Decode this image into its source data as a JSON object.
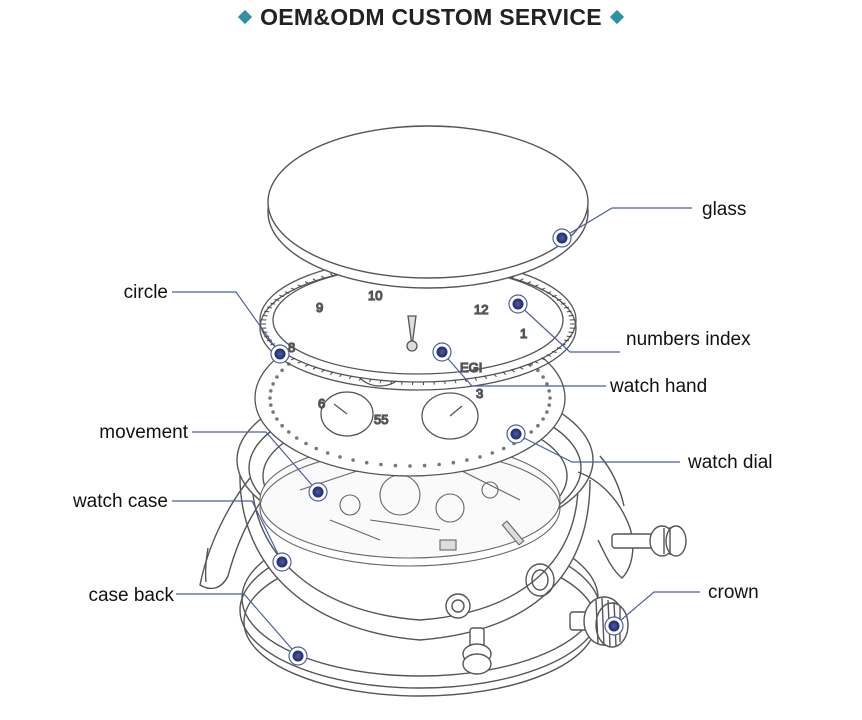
{
  "header": {
    "title": "OEM&ODM CUSTOM SERVICE"
  },
  "colors": {
    "accent": "#2f8fa6",
    "marker": "#2d3d8c",
    "line": "#4c5fa0",
    "sketch": "#555555"
  },
  "labels": [
    {
      "key": "glass",
      "text": "glass"
    },
    {
      "key": "circle",
      "text": "circle"
    },
    {
      "key": "numbers-index",
      "text": "numbers index"
    },
    {
      "key": "watch-hand",
      "text": "watch hand"
    },
    {
      "key": "movement",
      "text": "movement"
    },
    {
      "key": "watch-dial",
      "text": "watch dial"
    },
    {
      "key": "watch-case",
      "text": "watch case"
    },
    {
      "key": "case-back",
      "text": "case back"
    },
    {
      "key": "crown",
      "text": "crown"
    }
  ]
}
